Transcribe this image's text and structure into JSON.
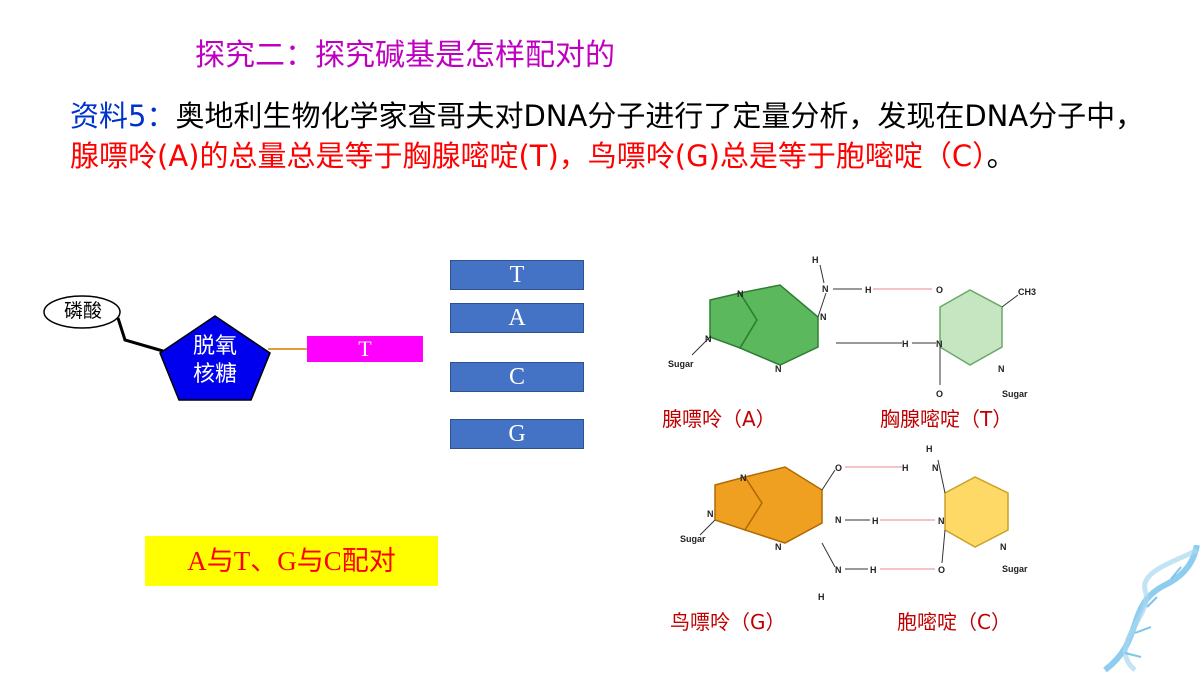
{
  "title": "探究二：探究碱基是怎样配对的",
  "material": {
    "label": "资料5：",
    "part1": "奥地利生物化学家查哥夫对DNA分子进行了定量分析，发现在DNA分子中，",
    "highlight": "腺嘌呤(A)的总量总是等于胸腺嘧啶(T)，鸟嘌呤(G)总是等于胞嘧啶（C）",
    "end": "。"
  },
  "nucleotide": {
    "phosphate": "磷酸",
    "sugar_line1": "脱氧",
    "sugar_line2": "核糖",
    "base": "T"
  },
  "bases": [
    "T",
    "A",
    "C",
    "G"
  ],
  "pairing_rule": "A与T、G与C配对",
  "molecules": {
    "adenine": "腺嘌呤（A）",
    "thymine": "胸腺嘧啶（T）",
    "guanine": "鸟嘌呤（G）",
    "cytosine": "胞嘧啶（C）",
    "atoms": {
      "H": "H",
      "N": "N",
      "O": "O",
      "CH3": "CH3",
      "sugar": "Sugar"
    }
  },
  "colors": {
    "title": "#c000c0",
    "label": "#0033cc",
    "highlight": "#ff0000",
    "base_box": "#4472c4",
    "pink_bar": "#ff00ff",
    "sugar": "#0000ee",
    "adenine": "#5cb85c",
    "thymine": "#c5e6c0",
    "guanine": "#f0a020",
    "cytosine": "#ffd966"
  }
}
